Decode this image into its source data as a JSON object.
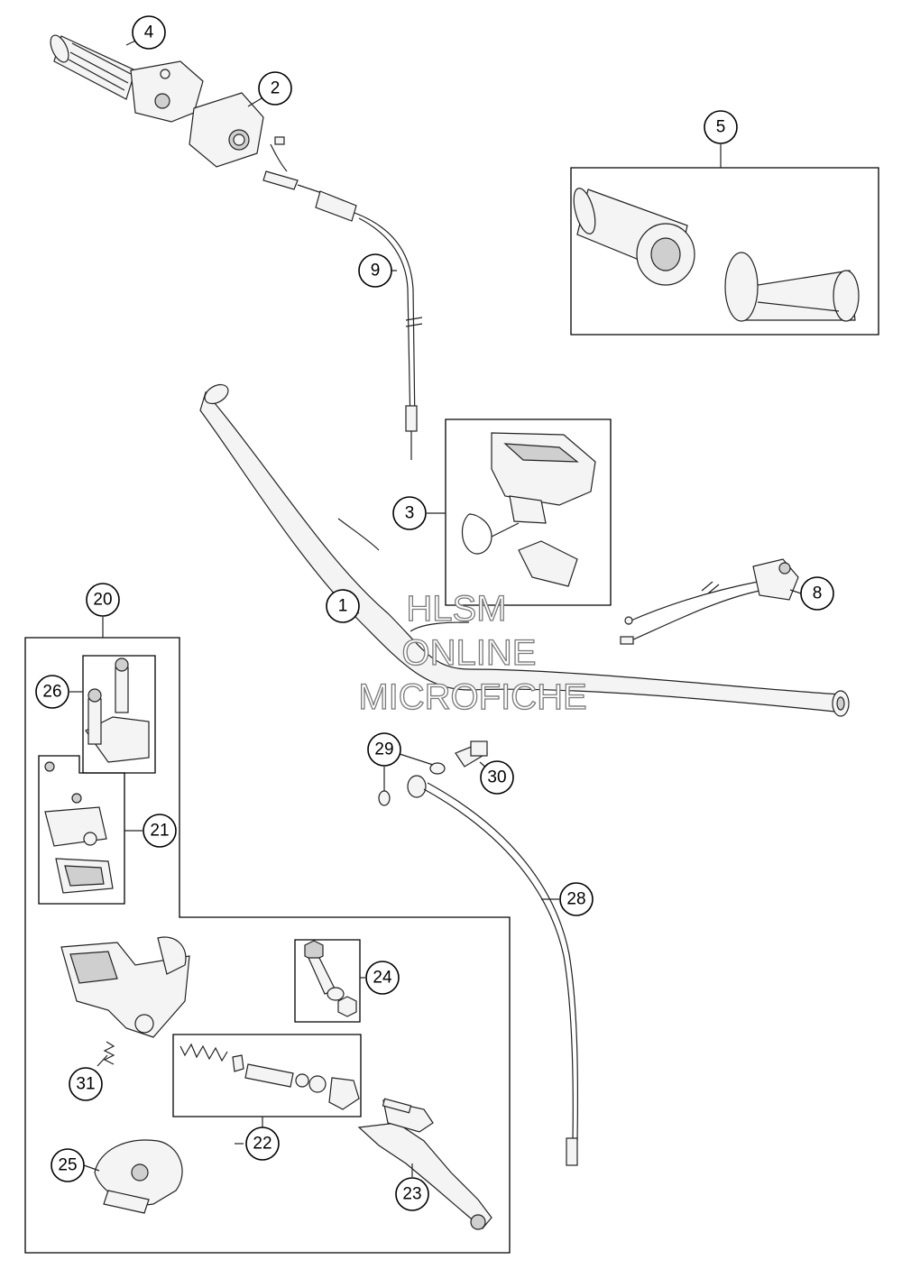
{
  "callouts": {
    "c1": "1",
    "c2": "2",
    "c3": "3",
    "c4": "4",
    "c5": "5",
    "c8": "8",
    "c9": "9",
    "c20": "20",
    "c21": "21",
    "c22": "22",
    "c23": "23",
    "c24": "24",
    "c25": "25",
    "c26": "26",
    "c28": "28",
    "c29": "29",
    "c30": "30",
    "c31": "31"
  },
  "watermark": {
    "line1": "HLSM",
    "line2": "ONLINE",
    "line3": "MICROFICHE"
  },
  "colors": {
    "line": "#222222",
    "part_fill": "#f4f4f4",
    "watermark_stroke": "#7a7a7a"
  }
}
